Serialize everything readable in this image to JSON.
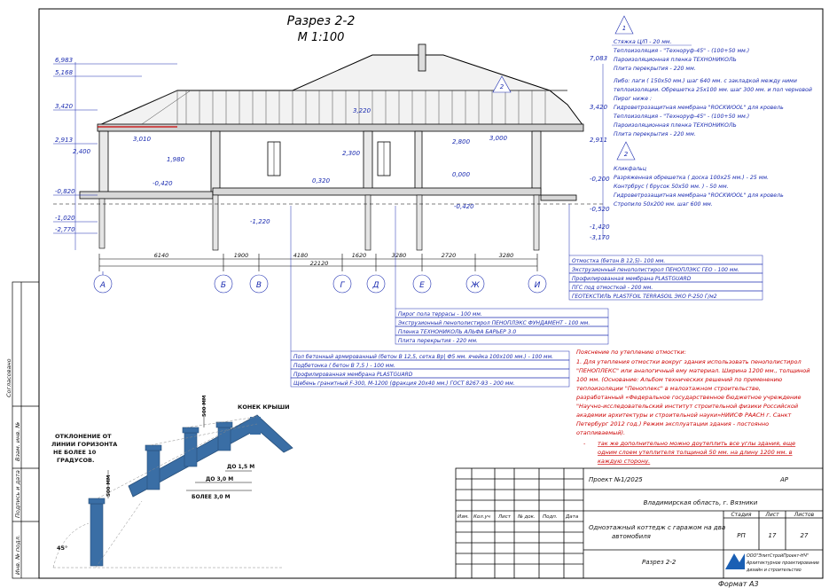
{
  "title": {
    "section": "Разрез 2-2",
    "scale": "М 1:100"
  },
  "elevations_left": [
    "6,983",
    "5,168",
    "3,420",
    "2,913",
    "2,400",
    "-0,820",
    "-1,020",
    "-2,770"
  ],
  "elevations_right": [
    "7,083",
    "3,420",
    "2,911",
    "-0,200",
    "-0,520",
    "-1,420",
    "-3,170"
  ],
  "elevations_inner": [
    "3,010",
    "1,980",
    "-0,420",
    "-1,220",
    "0,320",
    "2,300",
    "3,220",
    "2,800",
    "3,000",
    "0,000",
    "-0,420"
  ],
  "dimensions": [
    "6140",
    "1900",
    "4180",
    "1620",
    "3280",
    "2720",
    "3280",
    "22120"
  ],
  "axes": [
    "А",
    "Б",
    "В",
    "Г",
    "Д",
    "Е",
    "Ж",
    "И"
  ],
  "markers": [
    "1",
    "2",
    "2"
  ],
  "notes_roof_1": [
    "Стяжка Ц/П - 20 мм.",
    "Теплоизоляция - \"Техноруф-45\" - (100+50 мм.)",
    "Пароизоляционная пленка ТЕХНОНИКОЛЬ",
    "Плита перекрытия - 220 мм."
  ],
  "notes_roof_2": [
    "Либо: лаги ( 150х50 мм.) шаг 640 мм. с закладкой между ними",
    "теплоизоляции. Обрешетка 25х100 мм. шаг 300 мм. и пол черновой",
    "Пирог ниже :",
    "Гидроветрозащитная мембрана \"ROCKWOOL\" для кровель",
    "Теплоизоляция - \"Техноруф-45\" - (100+50 мм.)",
    "Пароизоляционная пленка ТЕХНОНИКОЛЬ",
    "Плита перекрытия - 220 мм."
  ],
  "notes_roof_3": [
    "Кликфальц",
    "Разряженная обрешетка ( доска 100х25 мм.) - 25 мм.",
    "Контрбрус ( брусок 50х50 мм. ) - 50 мм.",
    "Гидроветрозащитная мембрана \"ROCKWOOL\" для кровель",
    "Стропило 50х200 мм. шаг 600 мм."
  ],
  "notes_blind_area": [
    "Отмостка (бетон В 12,5)- 100 мм.",
    "Экструзионный пенополистирол ПЕНОПЛЭКС ГЕО - 100 мм.",
    "Профилированная мембрана PLASTGUARD",
    "ПГС под отмосткой - 200 мм.",
    "ГЕОТЕКСТИЛЬ PLASTFOIL TERRASOIL ЭКО Р-250 Г/м2"
  ],
  "notes_terrace": [
    "Пирог пола террасы - 100 мм.",
    "Экструзионный пенополистирол ПЕНОПЛЭКС ФУНДАМЕНТ - 100 мм.",
    "Пленка ТЕХНОНИКОЛЬ АЛЬФА БАРЬЕР 3.0",
    "Плита перекрытия - 220 мм."
  ],
  "notes_floor": [
    "Пол бетонный армированный (бетон В 12,5, сетка Вр| Ф5 мм. ячейка 100х100 мм.) - 100 мм.",
    "Подбетонка ( бетон В 7,5 ) - 100 мм.",
    "Профилированная мембрана PLASTGUARD",
    "Щебень гранитный F-300, М-1200 (фракция 20х40 мм.) ГОСТ 8267-93 - 200 мм."
  ],
  "insulation_note": {
    "heading": "Пояснение по утеплению отмостки:",
    "lines": [
      "1. Для утепления отмостки вокруг здания использовать пенополистирол",
      "\"ПЕНОПЛЕКС\" или аналогичный ему материал. Ширина 1200 мм., толщиной",
      "100 мм. (Основание: Альбом технических решений по применению",
      "теплоизоляции \"Пеноплекс\" в малоэтажном строительстве,",
      "разработанный «Федеральное государственное бюджетное учреждение",
      "\"Научно-исследовательский институт строительной физики Российской",
      "академии архитектуры и строительной науки»НИИСФ РААСН г. Санкт",
      "Петербург 2012 год.) Режим эксплуатации здания - постоянно",
      "отапливаемый)."
    ],
    "red_lines": [
      "так же дополнительно можно доутеплить все углы здания, еще",
      "одним слоем утеплителя толщиной 50 мм. на длину 1200 мм. в",
      "каждую сторону."
    ],
    "red_dash": "-"
  },
  "chimney_diagram": {
    "ridge": "КОНЕК КРЫШИ",
    "deviation": [
      "ОТКЛОНЕНИЕ ОТ",
      "ЛИНИИ ГОРИЗОНТА",
      "НЕ БОЛЕЕ 10",
      "ГРАДУСОВ."
    ],
    "d500a": "500 ММ",
    "d500b": "500 ММ",
    "d15": "ДО 1,5 М",
    "d30": "ДО 3,0 М",
    "d30plus": "БОЛЕЕ 3,0 М",
    "angle": "45°"
  },
  "side_stamp": [
    "Согласовано",
    "Взам. инв. №",
    "Подпись и дата",
    "Инв. № подл."
  ],
  "title_block": {
    "project": "Проект №1/2025",
    "stage_code": "АР",
    "location": "Владимирская область, г. Вязники",
    "cols": [
      "Изм.",
      "Кол.уч",
      "Лист",
      "№ док.",
      "Подп.",
      "Дата"
    ],
    "object": [
      "Одноэтажный коттедж с гаражом на два",
      "автомобиля"
    ],
    "stage_h": "Стадия",
    "sheet_h": "Лист",
    "sheets_h": "Листов",
    "stage": "РП",
    "sheet": "17",
    "sheets": "27",
    "drawing": "Разрез 2-2",
    "company": [
      "ООО\"ЭлитСтройПроект-НЧ\"",
      "Архитектурное проектирование",
      "дизайн и строительство"
    ],
    "format": "Формат А3"
  }
}
